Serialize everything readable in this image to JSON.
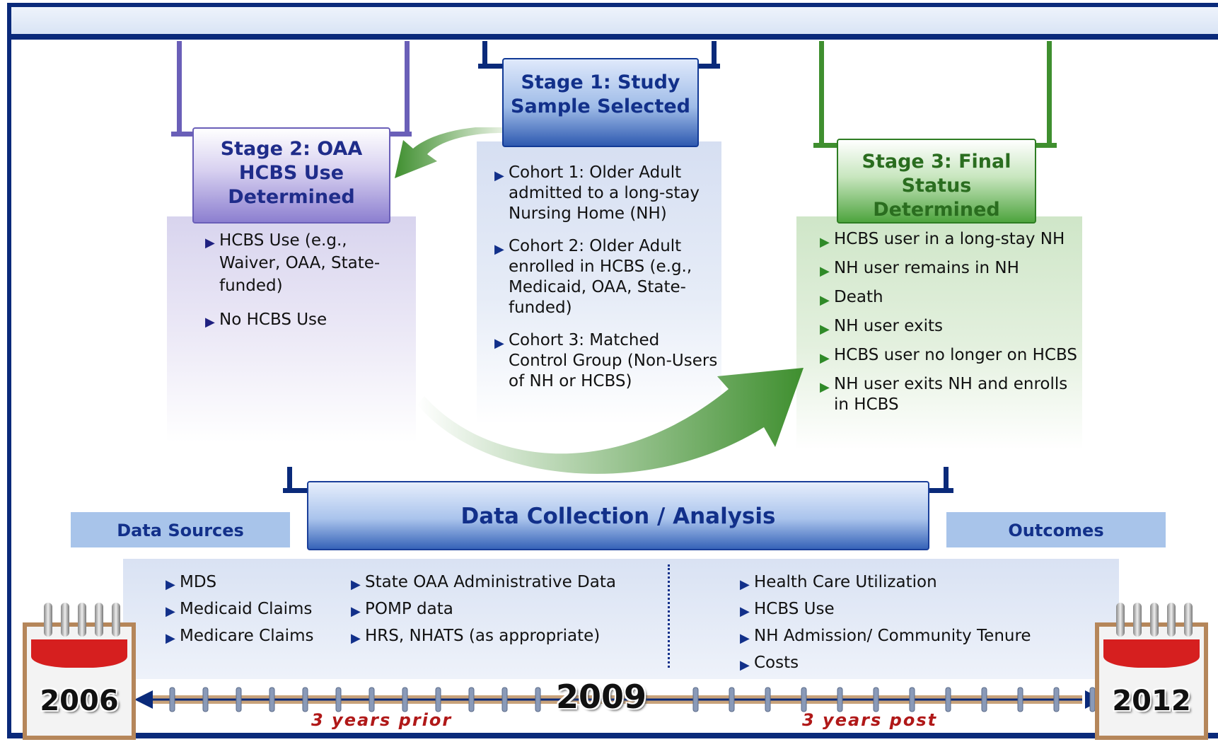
{
  "stage1": {
    "title_line1": "Stage 1: Study",
    "title_line2": "Sample Selected",
    "items": [
      "Cohort 1: Older Adult admitted to a long-stay Nursing Home (NH)",
      "Cohort 2: Older Adult enrolled in HCBS (e.g., Medicaid, OAA, State-funded)",
      "Cohort 3: Matched Control Group (Non-Users of NH or HCBS)"
    ]
  },
  "stage2": {
    "title_line1": "Stage 2: OAA",
    "title_line2": "HCBS Use",
    "title_line3": "Determined",
    "items": [
      "HCBS Use (e.g., Waiver, OAA, State-funded)",
      "No HCBS Use"
    ]
  },
  "stage3": {
    "title_line1": "Stage 3: Final",
    "title_line2": "Status Determined",
    "items": [
      "HCBS user in a long-stay NH",
      "NH user remains in NH",
      "Death",
      "NH user exits",
      "HCBS user no longer on HCBS",
      "NH user exits NH and enrolls in HCBS"
    ]
  },
  "data_collection": {
    "title": "Data Collection / Analysis",
    "sources_label": "Data Sources",
    "outcomes_label": "Outcomes",
    "sources_col1": [
      "MDS",
      "Medicaid Claims",
      "Medicare Claims"
    ],
    "sources_col2": [
      "State OAA Administrative Data",
      "POMP data",
      "HRS, NHATS (as appropriate)"
    ],
    "outcomes": [
      "Health Care Utilization",
      "HCBS Use",
      "NH Admission/ Community Tenure",
      "Costs"
    ]
  },
  "timeline": {
    "start_year": "2006",
    "mid_year": "2009",
    "end_year": "2012",
    "prior_label": "3 years prior",
    "post_label": "3 years post"
  },
  "colors": {
    "navy": "#0a2a7a",
    "stage2": "#6a5fb8",
    "stage3_green": "#3f8f2f",
    "duration_red": "#b01818"
  }
}
